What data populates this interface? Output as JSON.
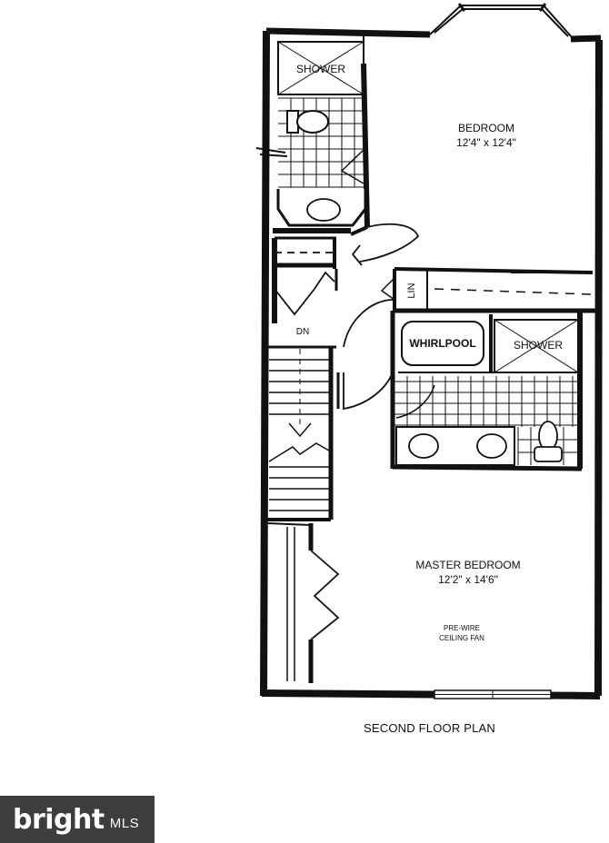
{
  "plan": {
    "rooms": {
      "shower_top": "SHOWER",
      "bedroom_name": "BEDROOM",
      "bedroom_dims": "12'4\" x 12'4\"",
      "linen": "LIN",
      "whirlpool": "WHIRLPOOL",
      "shower_master": "SHOWER",
      "stair_dn": "DN",
      "master_name": "MASTER BEDROOM",
      "master_dims": "12'2\" x 14'6\"",
      "fan_line1": "PRE-WIRE",
      "fan_line2": "CEILING FAN"
    },
    "caption": "SECOND FLOOR PLAN"
  },
  "logo": {
    "mark": "bright",
    "sub": "MLS"
  },
  "colors": {
    "wall": "#111111",
    "background": "#ffffff",
    "logo_bg": "#3d3d3d"
  }
}
